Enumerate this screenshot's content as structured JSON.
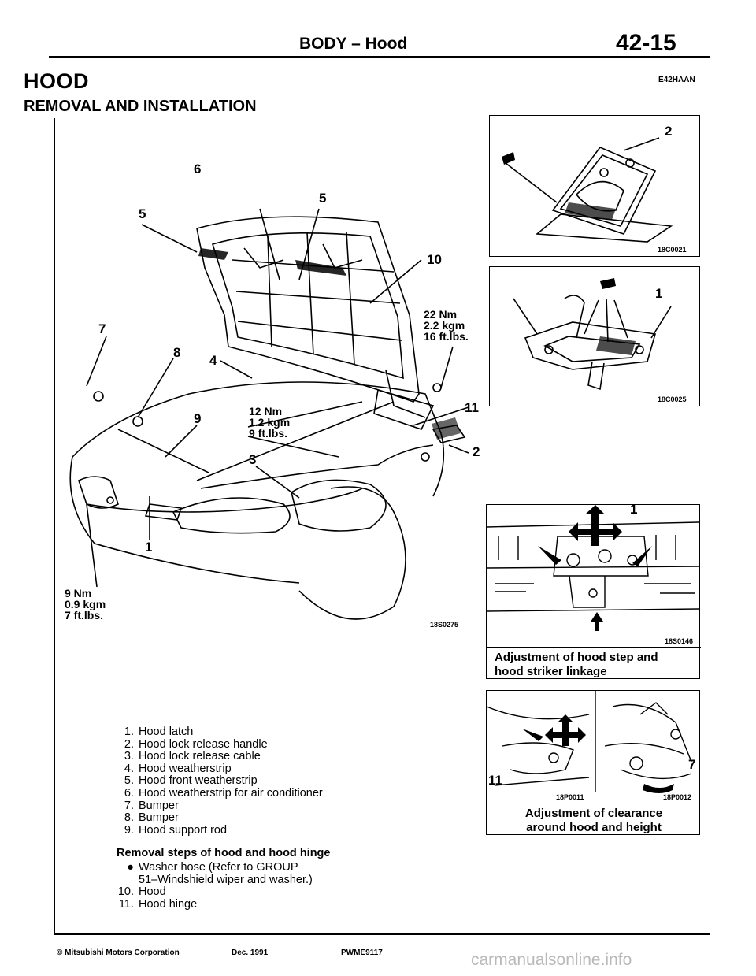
{
  "header": {
    "title": "BODY – Hood",
    "page_number": "42-15"
  },
  "section": {
    "title": "HOOD",
    "doc_code": "E42HAAN",
    "subtitle": "REMOVAL AND INSTALLATION"
  },
  "main_figure": {
    "code": "18S0275",
    "callouts": [
      "6",
      "5",
      "5",
      "10",
      "7",
      "8",
      "4",
      "9",
      "3",
      "11",
      "2",
      "1"
    ],
    "torque_hinge": [
      "22 Nm",
      "2.2 kgm",
      "16 ft.lbs."
    ],
    "torque_rod": [
      "12 Nm",
      "1.2 kgm",
      "9 ft.lbs."
    ],
    "torque_latch": [
      "9 Nm",
      "0.9 kgm",
      "7 ft.lbs."
    ]
  },
  "inset_top": {
    "code": "18C0021",
    "callout": "2"
  },
  "inset_latch": {
    "code": "18C0025",
    "callout": "1"
  },
  "inset_striker": {
    "code": "18S0146",
    "callout": "1",
    "caption_line1": "Adjustment of hood step and",
    "caption_line2": "hood striker linkage"
  },
  "inset_clearance": {
    "code_left": "18P0011",
    "code_right": "18P0012",
    "callout_left": "11",
    "callout_right": "7",
    "caption_line1": "Adjustment of clearance",
    "caption_line2": "around hood and height"
  },
  "parts_list": [
    {
      "num": "1.",
      "text": "Hood latch"
    },
    {
      "num": "2.",
      "text": "Hood lock release handle"
    },
    {
      "num": "3.",
      "text": "Hood lock release cable"
    },
    {
      "num": "4.",
      "text": "Hood weatherstrip"
    },
    {
      "num": "5.",
      "text": "Hood front weatherstrip"
    },
    {
      "num": "6.",
      "text": "Hood weatherstrip for air conditioner"
    },
    {
      "num": "7.",
      "text": "Bumper"
    },
    {
      "num": "8.",
      "text": "Bumper"
    },
    {
      "num": "9.",
      "text": "Hood support rod"
    }
  ],
  "removal": {
    "title": "Removal steps of hood and hood hinge",
    "bullet_line1": "Washer hose (Refer to GROUP",
    "bullet_line2": "51–Windshield wiper and washer.)",
    "steps": [
      {
        "num": "10.",
        "text": "Hood"
      },
      {
        "num": "11.",
        "text": "Hood hinge"
      }
    ]
  },
  "footer": {
    "copyright": "© Mitsubishi Motors Corporation",
    "date": "Dec. 1991",
    "code": "PWME9117"
  },
  "watermark": "carmanualsonline.info"
}
